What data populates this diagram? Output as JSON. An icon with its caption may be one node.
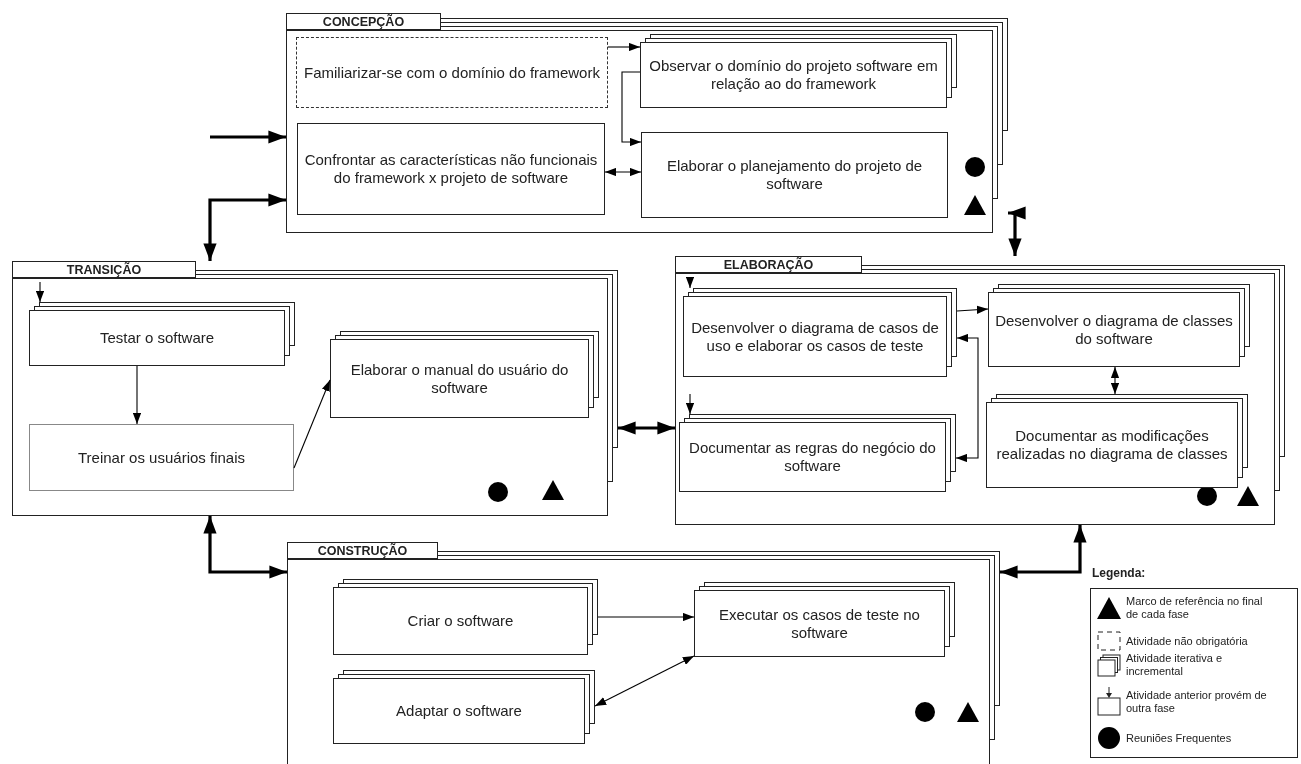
{
  "diagram": {
    "nodes": [
      {
        "text": [
          "CONCEPÇÃO"
        ]
      },
      {
        "text": [
          "Familiarizar-se com o domínio do framework"
        ],
        "in": 0
      },
      {
        "text": [
          "Observar o domínio do projeto software em relação ao do framework"
        ],
        "in": 0
      },
      {
        "text": [
          "Confrontar as características não funcionais do framework x projeto de software"
        ],
        "in": 0
      },
      {
        "text": [
          "Elaborar o planejamento do projeto de software"
        ],
        "in": 0
      },
      {
        "text": [
          "TRANSIÇÃO"
        ]
      },
      {
        "text": [
          "Testar o software"
        ],
        "in": 5
      },
      {
        "text": [
          "Treinar os usuários finais"
        ],
        "in": 5
      },
      {
        "text": [
          "Elaborar o manual do usuário do software"
        ],
        "in": 5
      },
      {
        "text": [
          "ELABORAÇÃO"
        ]
      },
      {
        "text": [
          "Desenvolver o diagrama de casos de uso e elaborar os casos de teste"
        ],
        "in": 9
      },
      {
        "text": [
          "Documentar as regras do negócio do software"
        ],
        "in": 9
      },
      {
        "text": [
          "Desenvolver o diagrama de classes do software"
        ],
        "in": 9
      },
      {
        "text": [
          "Documentar as modificações realizadas no diagrama de classes"
        ],
        "in": 9
      },
      {
        "text": [
          "CONSTRUÇÃO"
        ]
      },
      {
        "text": [
          "Criar o software"
        ],
        "in": 14
      },
      {
        "text": [
          "Executar os casos de teste no software"
        ],
        "in": 14
      },
      {
        "text": [
          "Adaptar o software"
        ],
        "in": 14
      }
    ],
    "edges": [
      {
        "from": null,
        "to": 0,
        "arrow": "to",
        "style": "thick"
      },
      {
        "from": 1,
        "to": 2,
        "arrow": "to"
      },
      {
        "from": 2,
        "to": 4,
        "arrow": "to"
      },
      {
        "from": 3,
        "to": 4,
        "arrow": "both"
      },
      {
        "from": 0,
        "to": 5,
        "arrow": "both",
        "style": "thick"
      },
      {
        "from": 0,
        "to": 9,
        "arrow": "both",
        "style": "thick"
      },
      {
        "from": 5,
        "to": 9,
        "arrow": "both",
        "style": "thick"
      },
      {
        "from": 5,
        "to": 14,
        "arrow": "both",
        "style": "thick"
      },
      {
        "from": 9,
        "to": 14,
        "arrow": "both",
        "style": "thick"
      },
      {
        "from": null,
        "to": 6,
        "arrow": "to"
      },
      {
        "from": 6,
        "to": 7,
        "arrow": "to"
      },
      {
        "from": 7,
        "to": 8,
        "arrow": "to"
      },
      {
        "from": null,
        "to": 10,
        "arrow": "to"
      },
      {
        "from": null,
        "to": 11,
        "arrow": "to"
      },
      {
        "from": 10,
        "to": 12,
        "arrow": "to"
      },
      {
        "from": 10,
        "to": 11,
        "arrow": "both"
      },
      {
        "from": 12,
        "to": 13,
        "arrow": "both"
      },
      {
        "from": 15,
        "to": 16,
        "arrow": "to"
      },
      {
        "from": 16,
        "to": 17,
        "arrow": "both"
      }
    ],
    "labels": [
      "Legenda:"
    ],
    "legend": [
      {
        "text": "Marco de referência no final de cada fase"
      },
      {
        "text": "Atividade não obrigatória"
      },
      {
        "text": "Atividade iterativa e incremental"
      },
      {
        "text": "Atividade anterior provém de outra fase"
      },
      {
        "text": "Reuniões Frequentes"
      }
    ]
  }
}
